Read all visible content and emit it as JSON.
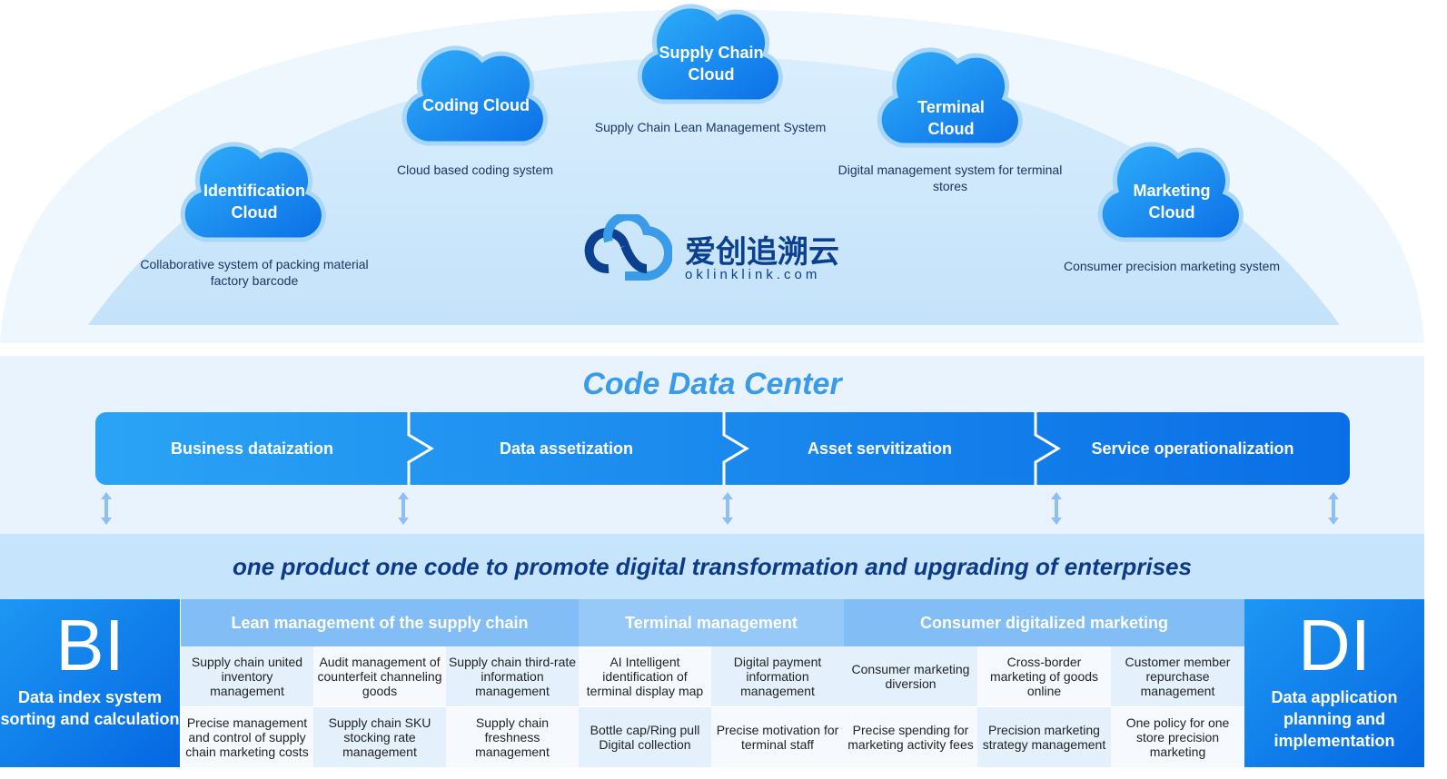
{
  "clouds": [
    {
      "title": "Identification Cloud",
      "desc": "Collaborative system of packing material factory barcode"
    },
    {
      "title": "Coding Cloud",
      "desc": "Cloud based coding system"
    },
    {
      "title": "Supply Chain Cloud",
      "desc": "Supply Chain Lean Management System"
    },
    {
      "title": "Terminal Cloud",
      "desc": "Digital management system for terminal stores"
    },
    {
      "title": "Marketing Cloud",
      "desc": "Consumer precision marketing system"
    }
  ],
  "logo": {
    "name": "爱创追溯云",
    "domain": "oklinklink.com"
  },
  "center": {
    "title": "Code Data Center",
    "stages": [
      "Business dataization",
      "Data assetization",
      "Asset servitization",
      "Service operationalization"
    ]
  },
  "slogan": "one product one code to promote digital transformation and upgrading of enterprises",
  "bi": {
    "big": "BI",
    "label": "Data index system sorting and calculation"
  },
  "di": {
    "big": "DI",
    "label": "Data application planning and implementation"
  },
  "sections": [
    {
      "title": "Lean management of the supply chain",
      "cells": [
        "Supply chain united inventory management",
        "Audit management of counterfeit channeling goods",
        "Supply chain third-rate information management",
        "Precise management and control of supply chain marketing costs",
        "Supply chain SKU stocking rate management",
        "Supply chain freshness management"
      ]
    },
    {
      "title": "Terminal management",
      "cells": [
        "AI Intelligent identification of terminal display map",
        "Digital payment information management",
        "Bottle cap/Ring pull Digital collection",
        "Precise motivation for terminal staff"
      ]
    },
    {
      "title": "Consumer digitalized marketing",
      "cells": [
        "Consumer marketing diversion",
        "Cross-border marketing of goods online",
        "Customer member repurchase management",
        "Precise spending for marketing activity fees",
        "Precision marketing strategy management",
        "One policy for one store precision marketing"
      ]
    }
  ],
  "colors": {
    "accent": "#0a6fe6",
    "light": "#2aa3f5",
    "title": "#3a9be8",
    "slogan": "#0b3a8a"
  }
}
